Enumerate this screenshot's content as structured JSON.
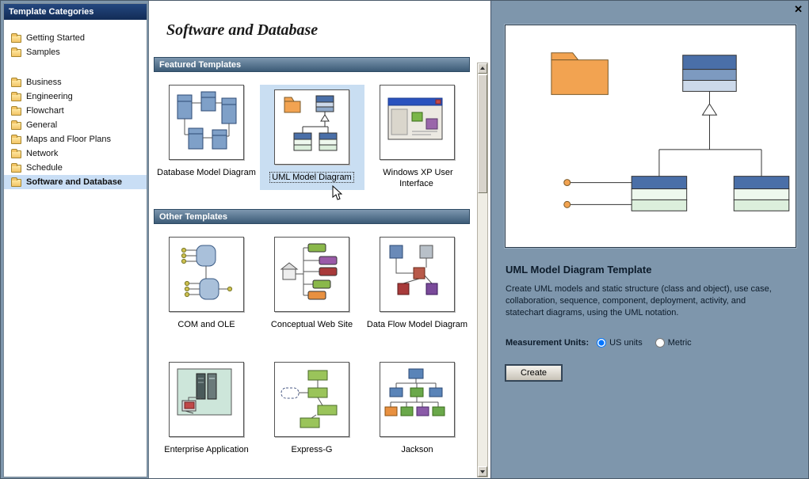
{
  "window": {
    "close_glyph": "✕"
  },
  "sidebar": {
    "header": "Template Categories",
    "top_items": [
      {
        "label": "Getting Started"
      },
      {
        "label": "Samples"
      }
    ],
    "categories": [
      {
        "label": "Business"
      },
      {
        "label": "Engineering"
      },
      {
        "label": "Flowchart"
      },
      {
        "label": "General"
      },
      {
        "label": "Maps and Floor Plans"
      },
      {
        "label": "Network"
      },
      {
        "label": "Schedule"
      },
      {
        "label": "Software and Database"
      }
    ],
    "selected_category": "Software and Database"
  },
  "main": {
    "title": "Software and Database",
    "featured": {
      "header": "Featured Templates",
      "templates": [
        {
          "label": "Database Model Diagram"
        },
        {
          "label": "UML Model Diagram",
          "selected": true
        },
        {
          "label": "Windows XP User Interface"
        }
      ]
    },
    "other": {
      "header": "Other Templates",
      "templates": [
        {
          "label": "COM and OLE"
        },
        {
          "label": "Conceptual Web Site"
        },
        {
          "label": "Data Flow Model Diagram"
        },
        {
          "label": "Enterprise Application"
        },
        {
          "label": "Express-G"
        },
        {
          "label": "Jackson"
        }
      ]
    }
  },
  "detail": {
    "title": "UML Model Diagram Template",
    "description": "Create UML models and static structure (class and object), use case, collaboration, sequence, component, deployment, activity, and statechart diagrams, using the UML notation.",
    "units_label": "Measurement Units:",
    "units_options": [
      {
        "label": "US units",
        "checked": true
      },
      {
        "label": "Metric",
        "checked": false
      }
    ],
    "create_label": "Create"
  },
  "colors": {
    "sidebar_header_blue": "#17386a",
    "section_bar_blue": "#44627e",
    "panel_steel_blue": "#7e96ac",
    "selection_light_blue": "#c9def2",
    "folder_orange": "#f2a351",
    "class_header_blue": "#4a6fa8"
  }
}
